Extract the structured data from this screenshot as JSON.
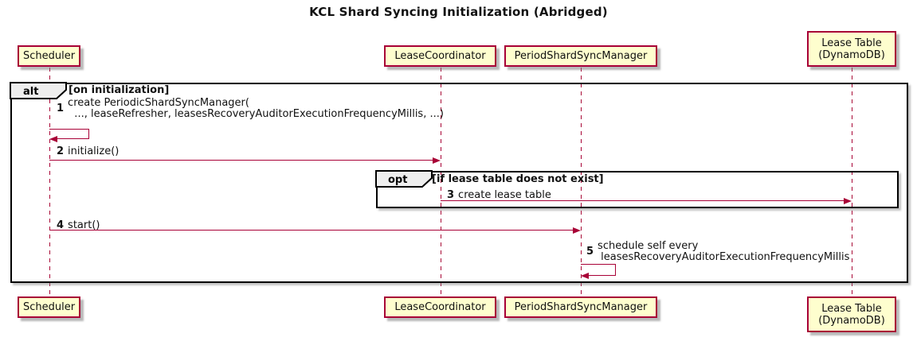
{
  "title": "KCL Shard Syncing Initialization (Abridged)",
  "colors": {
    "accent": "#A80036",
    "participant_fill": "#FEFECE",
    "frame_label_fill": "#EEEEEE",
    "frame_border": "#000000",
    "background": "#FFFFFF",
    "text": "#111111"
  },
  "participants": [
    {
      "id": "scheduler",
      "lines": [
        "Scheduler"
      ]
    },
    {
      "id": "lease-coordinator",
      "lines": [
        "LeaseCoordinator"
      ]
    },
    {
      "id": "period-shard-sync-manager",
      "lines": [
        "PeriodShardSyncManager"
      ]
    },
    {
      "id": "lease-table",
      "lines": [
        "Lease Table",
        "(DynamoDB)"
      ]
    }
  ],
  "frames": [
    {
      "operator": "alt",
      "guard": "[on initialization]"
    },
    {
      "operator": "opt",
      "guard": "[if lease table does not exist]"
    }
  ],
  "messages": [
    {
      "num": "1",
      "lines": [
        "create PeriodicShardSyncManager(",
        "  ..., leaseRefresher, leasesRecoveryAuditorExecutionFrequencyMillis, ...)"
      ]
    },
    {
      "num": "2",
      "lines": [
        "initialize()"
      ]
    },
    {
      "num": "3",
      "lines": [
        "create lease table"
      ]
    },
    {
      "num": "4",
      "lines": [
        "start()"
      ]
    },
    {
      "num": "5",
      "lines": [
        "schedule self every",
        " leasesRecoveryAuditorExecutionFrequencyMillis"
      ]
    }
  ]
}
